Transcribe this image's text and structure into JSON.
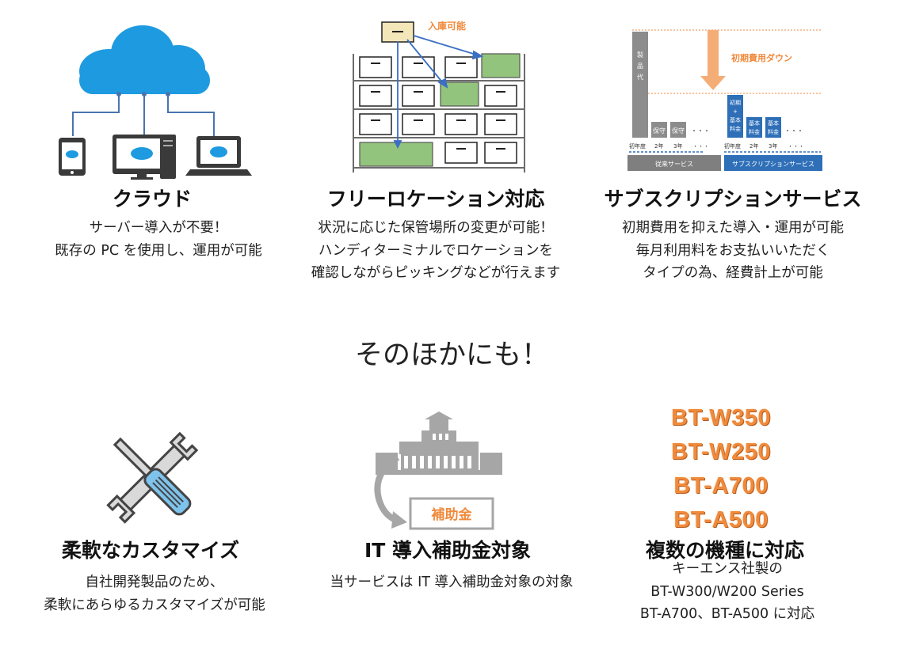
{
  "features": [
    {
      "title": "クラウド",
      "lines": [
        "サーバー導入が不要！",
        "既存の PC を使用し、運用が可能"
      ]
    },
    {
      "title": "フリーロケーション対応",
      "lines": [
        "状況に応じた保管場所の変更が可能！",
        "ハンディターミナルでロケーションを",
        "確認しながらピッキングなどが行えます"
      ],
      "diagram_label": "入庫可能"
    },
    {
      "title": "サブスクリプションサービス",
      "lines": [
        "初期費用を抑えた導入・運用が可能",
        "毎月利用料をお支払いいただく",
        "タイプの為、経費計上が可能"
      ],
      "diagram": {
        "arrow_label": "初期費用ダウン",
        "product_cost": "製品代",
        "maintenance": "保守",
        "initial": "初期",
        "plus": "+",
        "base_fee": "基本料金",
        "base": "基本",
        "fee": "料金",
        "dots": "・・・",
        "year1": "初年度",
        "year2": "2年",
        "year3": "3年",
        "legacy": "従来サービス",
        "subscription": "サブスクリプションサービス"
      }
    }
  ],
  "section_heading": "そのほかにも！",
  "extras": [
    {
      "title": "柔軟なカスタマイズ",
      "lines": [
        "自社開発製品のため、",
        "柔軟にあらゆるカスタマイズが可能"
      ]
    },
    {
      "title": "IT 導入補助金対象",
      "lines": [
        "当サービスは IT 導入補助金対象の対象"
      ],
      "badge": "補助金"
    },
    {
      "title": "複数の機種に対応",
      "lines": [
        "キーエンス社製の",
        "BT-W300/W200 Series",
        "BT-A700、BT-A500 に対応"
      ],
      "models": [
        "BT-W350",
        "BT-W250",
        "BT-A700",
        "BT-A500"
      ]
    }
  ],
  "colors": {
    "cloud_blue": "#1e9be0",
    "device_dark": "#3a3a3a",
    "accent_orange": "#f08a3c",
    "shelf_green": "#93c47d",
    "subscription_blue": "#2e6fb8",
    "legacy_gray": "#8c8c8c"
  }
}
